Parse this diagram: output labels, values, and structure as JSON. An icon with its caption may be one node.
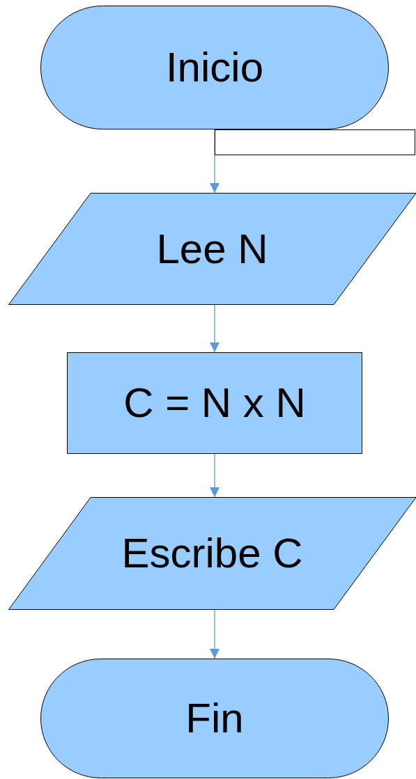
{
  "diagram": {
    "nodes": [
      {
        "text": [
          "Inicio"
        ]
      },
      {
        "text": [],
        "shape": "box"
      },
      {
        "text": [
          "Lee N"
        ]
      },
      {
        "text": [
          "C = N x N"
        ]
      },
      {
        "text": [
          "Escribe C"
        ]
      },
      {
        "text": [
          "Fin"
        ]
      }
    ],
    "edges": [
      {
        "from": 0,
        "to": 2,
        "arrow": "to"
      },
      {
        "from": 2,
        "to": 3,
        "arrow": "to"
      },
      {
        "from": 3,
        "to": 4,
        "arrow": "to"
      },
      {
        "from": 4,
        "to": 5,
        "arrow": "to"
      }
    ]
  }
}
